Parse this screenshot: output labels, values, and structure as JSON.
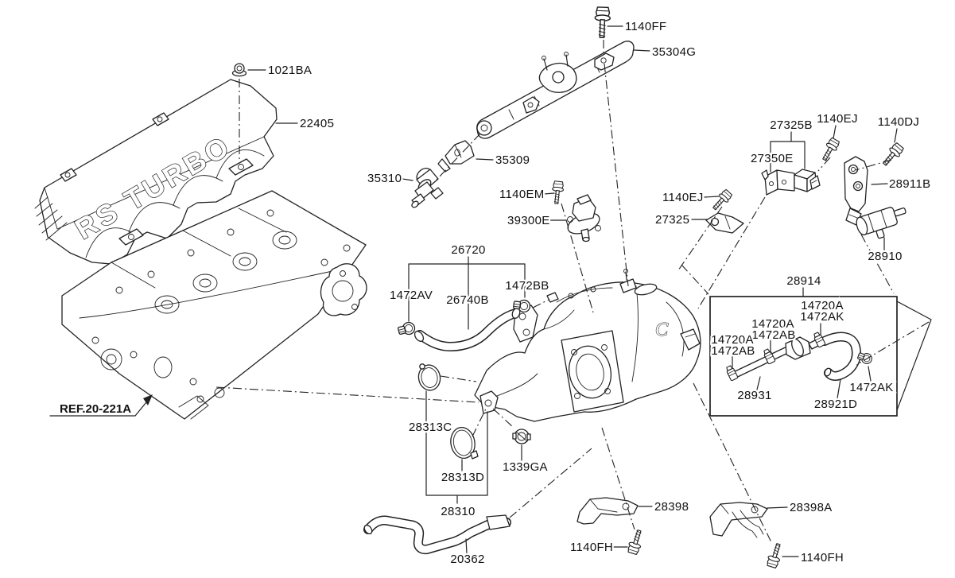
{
  "colors": {
    "line": "#222222",
    "background": "#ffffff",
    "text": "#111111"
  },
  "marks": {
    "cover": {
      "text": "RS TURBO"
    },
    "manifold": {
      "text": "C"
    }
  },
  "ref": {
    "text": "REF.20-221A"
  },
  "labels": {
    "nut_1021ba": {
      "text": "1021BA"
    },
    "cover_22405": {
      "text": "22405"
    },
    "bolt_1140ff": {
      "text": "1140FF"
    },
    "rail_35304g": {
      "text": "35304G"
    },
    "bracket_35309": {
      "text": "35309"
    },
    "injector_35310": {
      "text": "35310"
    },
    "bolt_1140em": {
      "text": "1140EM"
    },
    "sensor_39300e": {
      "text": "39300E"
    },
    "bolt_1140ej_left": {
      "text": "1140EJ"
    },
    "knock_27325": {
      "text": "27325"
    },
    "asm_27325b": {
      "text": "27325B"
    },
    "bracket_27350e": {
      "text": "27350E"
    },
    "bolt_1140ej_right": {
      "text": "1140EJ"
    },
    "bolt_1140dj": {
      "text": "1140DJ"
    },
    "bracket_28911b": {
      "text": "28911B"
    },
    "valve_28910": {
      "text": "28910"
    },
    "asm_26720": {
      "text": "26720"
    },
    "clamp_1472av": {
      "text": "1472AV"
    },
    "hose_26740b": {
      "text": "26740B"
    },
    "clamp_1472bb": {
      "text": "1472BB"
    },
    "kit_28914": {
      "text": "28914"
    },
    "k1_14720a": {
      "text": "14720A"
    },
    "k1_1472ak": {
      "text": "1472AK"
    },
    "k2_14720a": {
      "text": "14720A"
    },
    "k2_1472ab": {
      "text": "1472AB"
    },
    "k3_14720a": {
      "text": "14720A"
    },
    "k3_1472ab": {
      "text": "1472AB"
    },
    "tube_28931": {
      "text": "28931"
    },
    "hose_28921d": {
      "text": "28921D"
    },
    "clamp_1472ak_out": {
      "text": "1472AK"
    },
    "gasket_28313c": {
      "text": "28313C"
    },
    "gasket_28313d": {
      "text": "28313D"
    },
    "group_28310": {
      "text": "28310"
    },
    "nut_1339ga": {
      "text": "1339GA"
    },
    "hose_20362": {
      "text": "20362"
    },
    "bolt_1140fh_left": {
      "text": "1140FH"
    },
    "bracket_28398": {
      "text": "28398"
    },
    "bracket_28398a": {
      "text": "28398A"
    },
    "bolt_1140fh_right": {
      "text": "1140FH"
    }
  }
}
